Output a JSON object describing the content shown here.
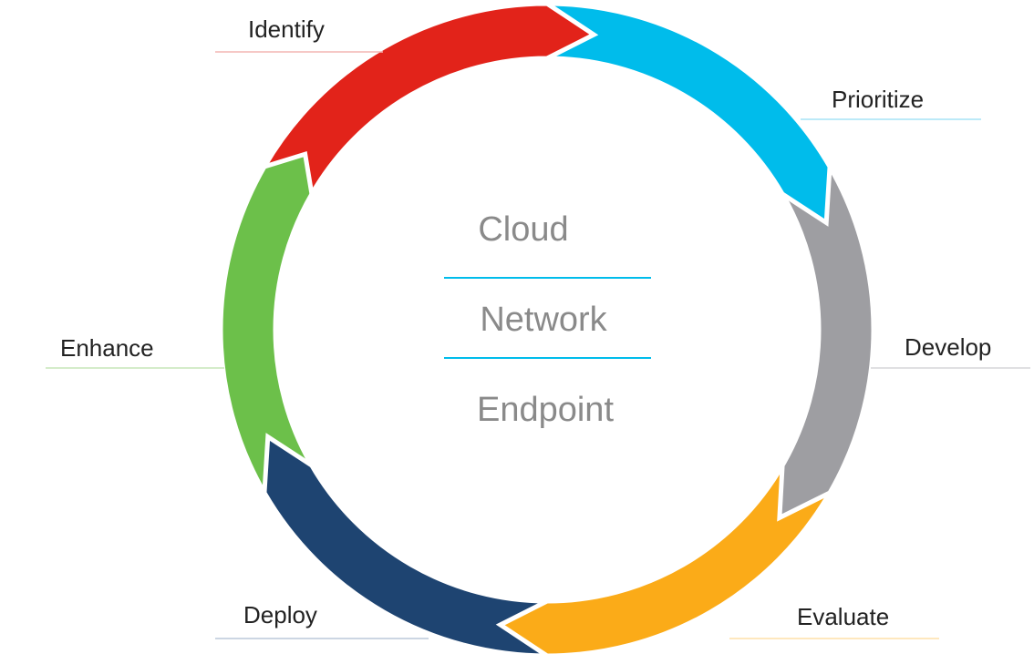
{
  "diagram": {
    "stages": [
      {
        "id": "identify",
        "label": "Identify",
        "color": "#e2231a"
      },
      {
        "id": "prioritize",
        "label": "Prioritize",
        "color": "#00bceb"
      },
      {
        "id": "develop",
        "label": "Develop",
        "color": "#9e9ea2"
      },
      {
        "id": "evaluate",
        "label": "Evaluate",
        "color": "#fbab18"
      },
      {
        "id": "deploy",
        "label": "Deploy",
        "color": "#1e4471"
      },
      {
        "id": "enhance",
        "label": "Enhance",
        "color": "#6cc04a"
      }
    ],
    "center": {
      "items": [
        "Cloud",
        "Network",
        "Endpoint"
      ],
      "divider_color": "#00bceb",
      "text_color": "#8a8a8a"
    }
  }
}
